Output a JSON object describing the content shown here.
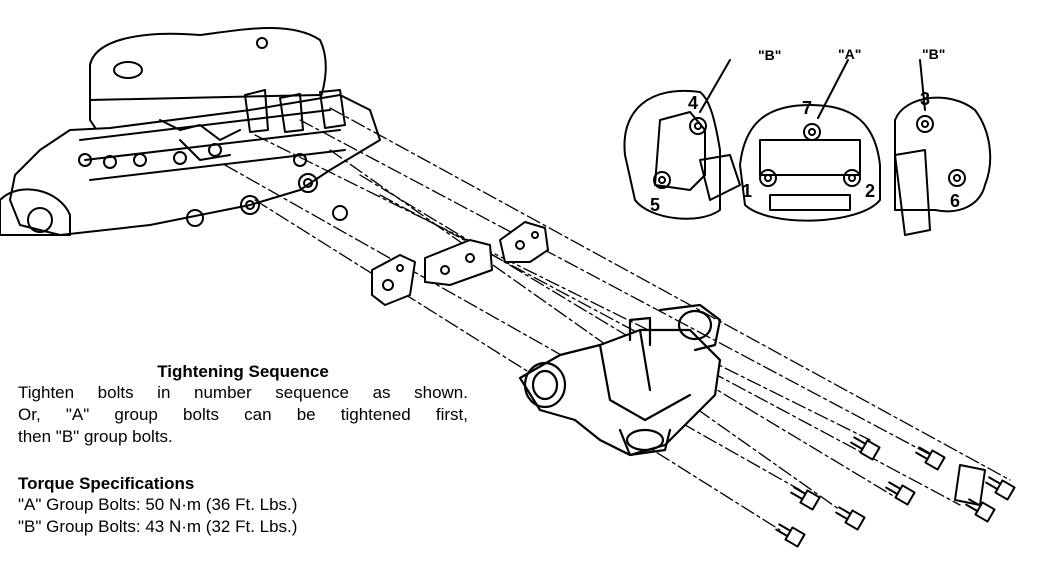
{
  "callouts": {
    "group_b_left": "\"B\"",
    "group_a": "\"A\"",
    "group_b_right": "\"B\"",
    "bolt_numbers": [
      "4",
      "7",
      "3",
      "5",
      "1",
      "2",
      "6"
    ]
  },
  "tightening": {
    "title": "Tightening Sequence",
    "lines": [
      "Tighten bolts in number sequence as shown.",
      "Or, \"A\" group bolts can be tightened first,",
      "then \"B\" group bolts."
    ]
  },
  "torque": {
    "title": "Torque Specifications",
    "lines": [
      "\"A\" Group Bolts: 50 N·m (36 Ft. Lbs.)",
      "\"B\" Group Bolts: 43 N·m (32 Ft. Lbs.)"
    ]
  }
}
